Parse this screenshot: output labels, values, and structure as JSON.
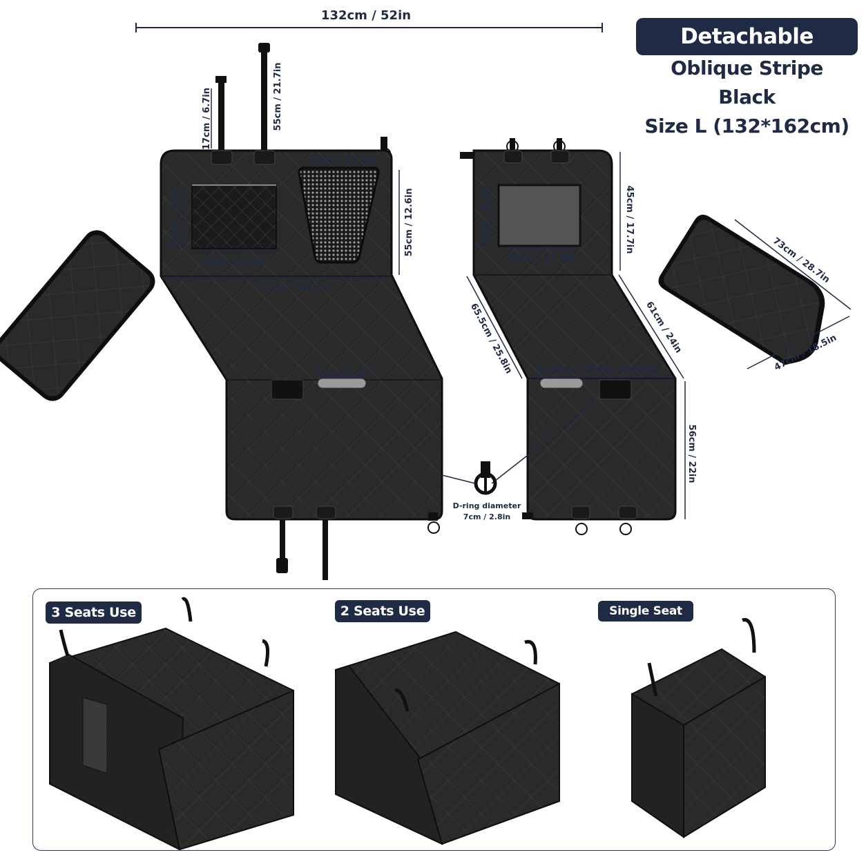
{
  "title": {
    "version": "Detachable Version",
    "pattern": "Oblique Stripe",
    "color": "Black",
    "size": "Size L (132*162cm)"
  },
  "dimensions": {
    "total_width": "132cm / 52in",
    "strap_short": "17cm / 6.7in",
    "strap_long": "55cm / 21.7in",
    "mesh_width": "30cm / 11.8in",
    "left_back_height": "55cm / 12.6in",
    "left_window_height": "23cm / 9.1in",
    "left_window_width": "30cm / 11.8in",
    "left_panel_width": "87cm / 34.3in",
    "zip_length": "19cm / 17.5in",
    "right_window_height": "23cm / 9.1in",
    "right_window_width": "30cm / 11.8in",
    "right_back_height": "45cm / 17.7in",
    "diag_left": "65.5cm / 25.8in",
    "diag_right": "61cm / 24in",
    "middle_width": "40.5cm / 15.9in (Middle)",
    "seat_height": "56cm / 22in",
    "pad_long": "73cm / 28.7in",
    "pad_short": "47cm / 18.5in",
    "dring_label": "D-ring diameter",
    "dring_size": "7cm / 2.8in"
  },
  "uses": {
    "three": "3 Seats Use",
    "two": "2 Seats Use",
    "single": "Single Seat Use"
  },
  "colors": {
    "navy": "#1f2a44",
    "fabric": "#2a2a2a",
    "edge": "#0e0e0e"
  }
}
